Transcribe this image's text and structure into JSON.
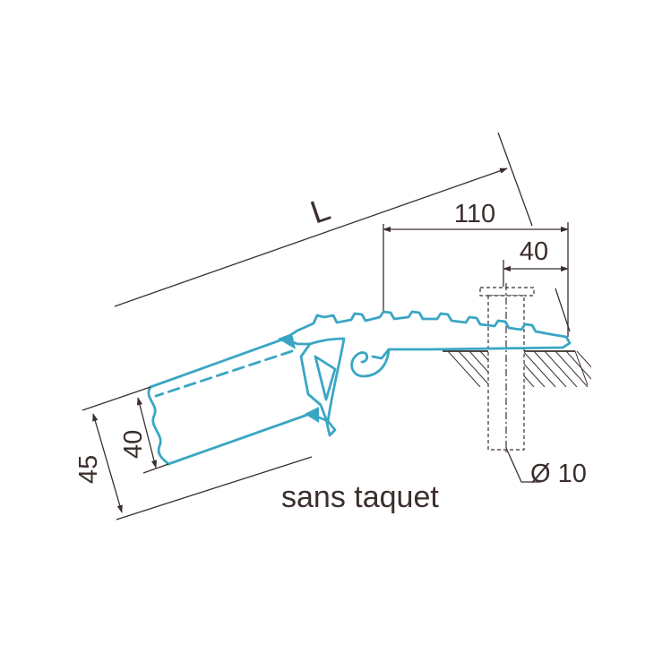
{
  "colors": {
    "profile": "#3aa6c4",
    "line": "#3a2f2c",
    "background": "#ffffff"
  },
  "labels": {
    "length": "L",
    "dim_110": "110",
    "dim_40_top": "40",
    "dim_45": "45",
    "dim_40_side": "40",
    "diameter": "Ø 10",
    "caption": "sans taquet"
  }
}
